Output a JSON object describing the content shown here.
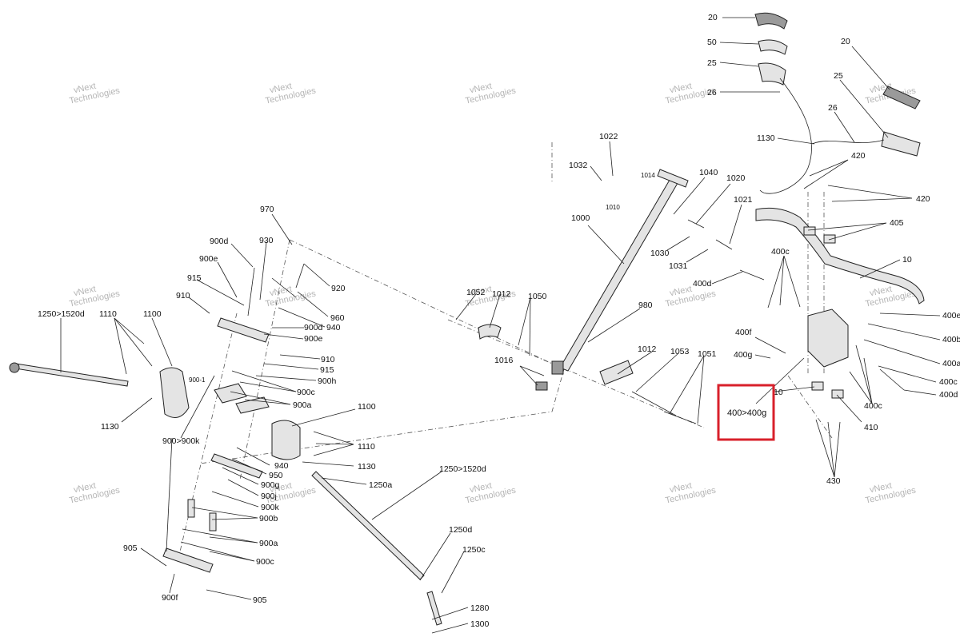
{
  "watermark": {
    "line1": "vNext",
    "line2": "Technologies",
    "overlay": "vNext Technologies"
  },
  "highlight": {
    "label": "400>400g",
    "color": "#d8202b"
  },
  "labels": {
    "l20a": "20",
    "l50": "50",
    "l25a": "25",
    "l26a": "26",
    "l20b": "20",
    "l25b": "25",
    "l26b": "26",
    "l1130a": "1130",
    "l420a": "420",
    "l420b": "420",
    "l405": "405",
    "l10a": "10",
    "l400cA": "400c",
    "l400dA": "400d",
    "l400e": "400e",
    "l400b": "400b",
    "l400a": "400a",
    "l400cB": "400c",
    "l400dB": "400d",
    "l400cC": "400c",
    "l410": "410",
    "l430": "430",
    "l400f": "400f",
    "l400g": "400g",
    "l10b": "10",
    "l1022": "1022",
    "l1032": "1032",
    "l1014": "1014",
    "l1010": "1010",
    "l1040": "1040",
    "l1020": "1020",
    "l1021": "1021",
    "l1000": "1000",
    "l1030": "1030",
    "l1031": "1031",
    "l980": "980",
    "l1052": "1052",
    "l1012a": "1012",
    "l1050": "1050",
    "l1016": "1016",
    "l1012b": "1012",
    "l1053": "1053",
    "l1051": "1051",
    "l970": "970",
    "l900d": "900d",
    "l930": "930",
    "l900e": "900e",
    "l915a": "915",
    "l920": "920",
    "l910a": "910",
    "l960": "960",
    "l900dB": "900d",
    "l940a": "940",
    "l900eB": "900e",
    "l910b": "910",
    "l915b": "915",
    "l900h": "900h",
    "l900cA": "900c",
    "l900aA": "900a",
    "l900_1": "900-1",
    "l1250L": "1250>1520d",
    "l1110a": "1110",
    "l1100a": "1100",
    "l1130b": "1130",
    "l900k": "900>900k",
    "l1100b": "1100",
    "l1110b": "1110",
    "l1130c": "1130",
    "l940b": "940",
    "l950": "950",
    "l900g": "900g",
    "l900j": "900j",
    "l900k2": "900k",
    "l900b": "900b",
    "l900aB": "900a",
    "l900cB": "900c",
    "l905a": "905",
    "l900f": "900f",
    "l905b": "905",
    "l1250a": "1250a",
    "l1250R": "1250>1520d",
    "l1250d": "1250d",
    "l1250c": "1250c",
    "l1280": "1280",
    "l1300": "1300"
  }
}
